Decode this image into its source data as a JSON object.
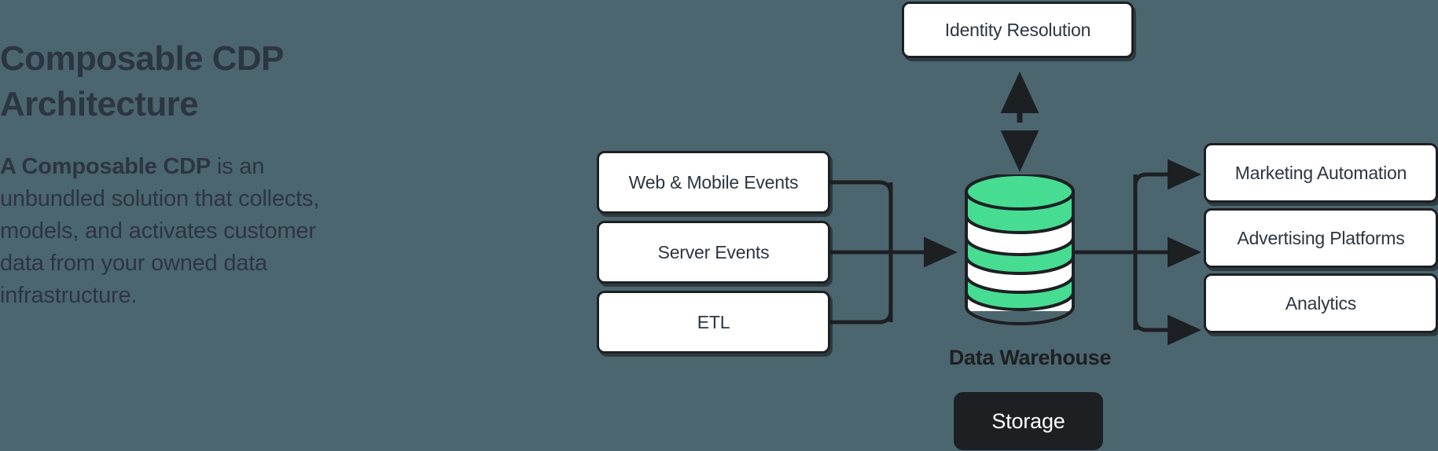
{
  "theme": {
    "background": "#4c6670",
    "ink": "#1d2023",
    "text": "#2c3640",
    "node_fill": "#ffffff",
    "accent_green": "#46dd93",
    "badge_fill": "#1d2023",
    "badge_text": "#ffffff"
  },
  "copy": {
    "title": "Composable CDP\nArchitecture",
    "body_lead": "A Composable CDP",
    "body_rest": " is an unbundled solution that collects, models, and activates customer data from your owned data infrastructure."
  },
  "diagram": {
    "type": "architecture-flow",
    "identity": {
      "label": "Identity Resolution"
    },
    "sources": [
      {
        "label": "Web & Mobile Events"
      },
      {
        "label": "Server Events"
      },
      {
        "label": "ETL"
      }
    ],
    "warehouse": {
      "caption": "Data Warehouse",
      "badge": "Storage",
      "icon": "database-cylinder-icon",
      "bands": [
        "green",
        "white",
        "green",
        "white",
        "green",
        "white"
      ]
    },
    "destinations": [
      {
        "label": "Marketing Automation"
      },
      {
        "label": "Advertising Platforms"
      },
      {
        "label": "Analytics"
      }
    ],
    "connections": [
      {
        "from": "sources",
        "to": "warehouse",
        "style": "solid",
        "arrow": "single"
      },
      {
        "from": "warehouse",
        "to": "destinations",
        "style": "solid",
        "arrow": "single"
      },
      {
        "from": "identity",
        "to": "warehouse",
        "style": "dashed",
        "arrow": "double"
      }
    ]
  }
}
